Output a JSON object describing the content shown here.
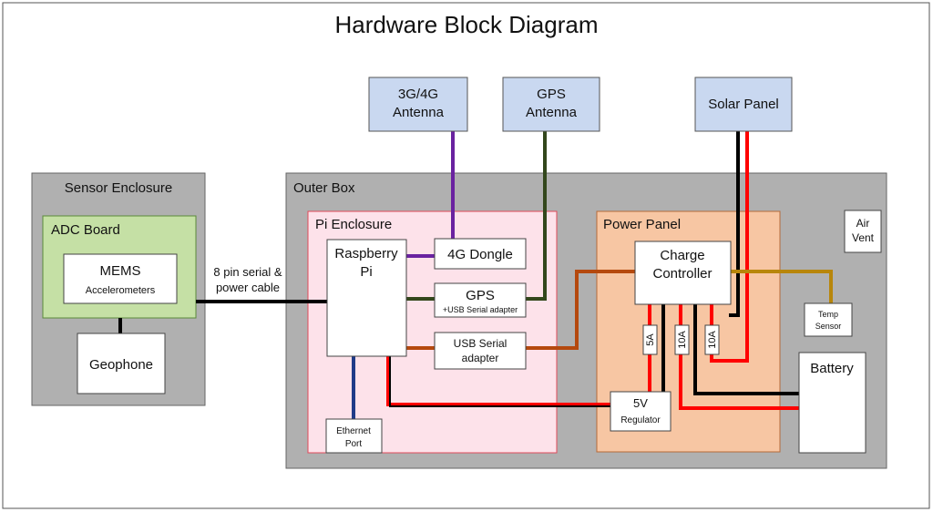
{
  "title": "Hardware Block Diagram",
  "colors": {
    "sensor_enclosure": "#b0b0b0",
    "adc_board": "#c5e0a5",
    "pi_enclosure": "#fde2ea",
    "power_panel": "#f7c6a3",
    "antenna": "#c9d8f0",
    "wire_black": "#000000",
    "wire_red": "#ff0000",
    "wire_purple": "#6a22a0",
    "wire_green": "#33471c",
    "wire_orange": "#b5490e",
    "wire_gold": "#b8860b",
    "wire_blue": "#1f3b88"
  },
  "blocks": {
    "sensor_enclosure": "Sensor Enclosure",
    "adc_board": "ADC Board",
    "mems_title": "MEMS",
    "mems_sub": "Accelerometers",
    "geophone": "Geophone",
    "outer_box": "Outer Box",
    "pi_enclosure": "Pi Enclosure",
    "raspberry_pi_line1": "Raspberry",
    "raspberry_pi_line2": "Pi",
    "dongle_4g": "4G Dongle",
    "gps_title": "GPS",
    "gps_sub": "+USB Serial adapter",
    "usb_serial_line1": "USB Serial",
    "usb_serial_line2": "adapter",
    "ethernet_line1": "Ethernet",
    "ethernet_line2": "Port",
    "antenna_3g4g_line1": "3G/4G",
    "antenna_3g4g_line2": "Antenna",
    "antenna_gps_line1": "GPS",
    "antenna_gps_line2": "Antenna",
    "solar_panel": "Solar Panel",
    "power_panel": "Power Panel",
    "charge_controller_line1": "Charge",
    "charge_controller_line2": "Controller",
    "regulator_title": "5V",
    "regulator_sub": "Regulator",
    "air_vent_line1": "Air",
    "air_vent_line2": "Vent",
    "temp_sensor_line1": "Temp",
    "temp_sensor_line2": "Sensor",
    "battery": "Battery"
  },
  "cable_label_line1": "8 pin serial &",
  "cable_label_line2": "power cable",
  "fuses": [
    "5A",
    "10A",
    "10A"
  ]
}
